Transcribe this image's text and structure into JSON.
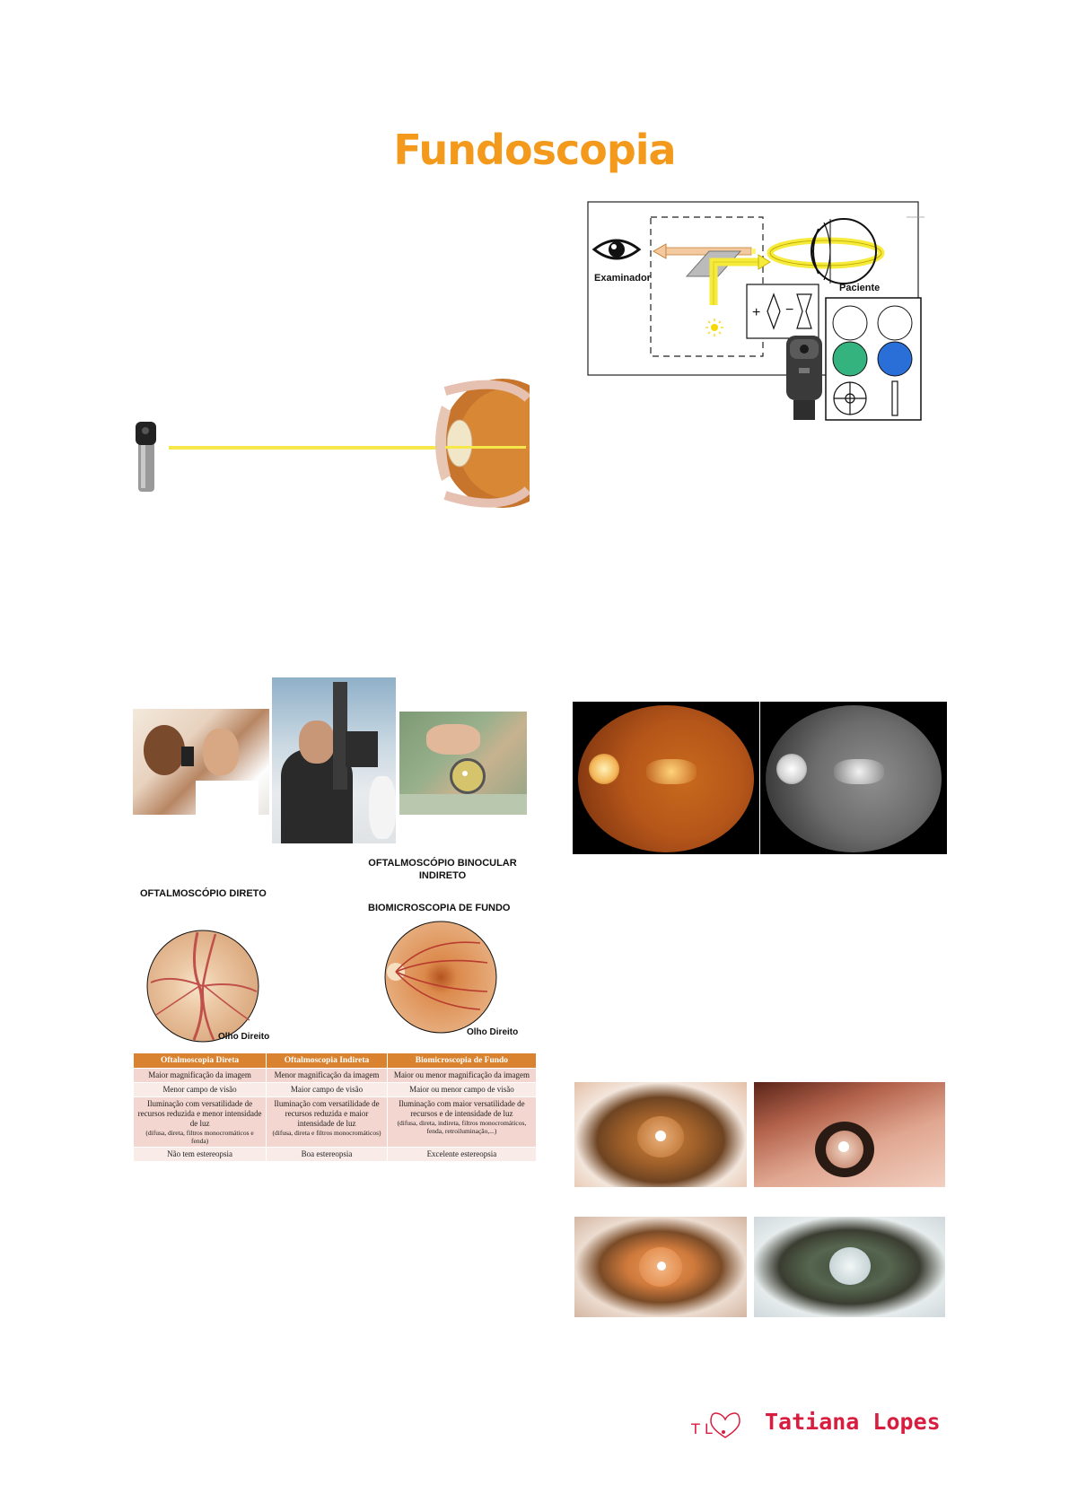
{
  "page": {
    "title": "Fundoscopia",
    "title_color": "#f39a1c",
    "accent_color": "#d81d3f"
  },
  "diagram": {
    "examiner_label": "Examinador",
    "patient_label": "Paciente",
    "lens_plus": "+",
    "lens_minus": "−",
    "filter_colors": [
      "#ffffff",
      "#ffffff",
      "#35b37e",
      "#2a6fd8"
    ]
  },
  "methods": {
    "binocular_label_line1": "OFTALMOSCÓPIO BINOCULAR",
    "binocular_label_line2": "INDIRETO",
    "direct_label": "OFTALMOSCÓPIO DIRETO",
    "biomicroscopy_label": "BIOMICROSCOPIA DE FUNDO",
    "right_eye_label_1": "Olho Direito",
    "right_eye_label_2": "Olho Direito"
  },
  "comparison_table": {
    "headers": [
      "Oftalmoscopia Direta",
      "Oftalmoscopia Indireta",
      "Biomicroscopia de Fundo"
    ],
    "rows": [
      [
        "Maior magnificação da imagem",
        "Menor magnificação da imagem",
        "Maior ou menor magnificação da imagem"
      ],
      [
        "Menor campo de visão",
        "Maior campo de visão",
        "Maior ou menor campo de visão"
      ],
      [
        {
          "main": "Iluminação com versatilidade de recursos reduzida e menor intensidade de luz",
          "note": "(difusa, direta, filtros monocromáticos e fenda)"
        },
        {
          "main": "Iluminação com versatilidade de recursos reduzida e maior intensidade de luz",
          "note": "(difusa, direta e filtros monocromáticos)"
        },
        {
          "main": "Iluminação com maior versatilidade de recursos e de intensidade de luz",
          "note": "(difusa, direta, indireta, filtros monocromáticos, fenda, retroiluminação,...)"
        }
      ],
      [
        "Não tem estereopsia",
        "Boa estereopsia",
        "Excelente estereopsia"
      ]
    ]
  },
  "footer": {
    "signature": "Tatiana Lopes",
    "logo_letters": "T L"
  }
}
